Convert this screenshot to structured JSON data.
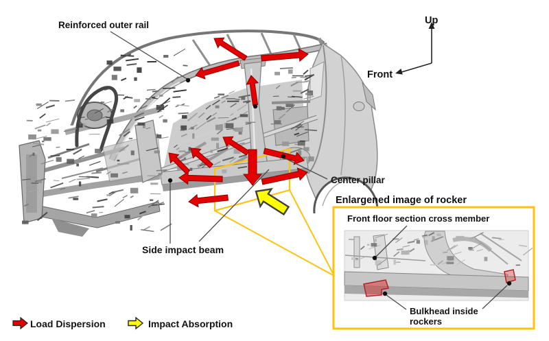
{
  "labels": {
    "reinforced_outer_rail": "Reinforced outer rail",
    "center_pillar": "Center pillar",
    "side_impact_beam": "Side impact beam"
  },
  "axis": {
    "up": "Up",
    "front": "Front"
  },
  "enlarged_view": {
    "heading": "Enlargened image of rocker",
    "cross_member_label": "Front floor section cross member",
    "bulkhead_label_line1": "Bulkhead inside",
    "bulkhead_label_line2": "rockers"
  },
  "legend": {
    "load_dispersion": "Load Dispersion",
    "impact_absorption": "Impact Absorption"
  },
  "colors": {
    "load_dispersion_arrow": "#e30000",
    "load_dispersion_edge": "#8f0000",
    "impact_absorption_arrow": "#ffff00",
    "impact_absorption_edge": "#3f3f3f",
    "callout_outline": "#ffc20e",
    "bulkhead_highlight": "#c03a2b",
    "label_text": "#111111"
  }
}
